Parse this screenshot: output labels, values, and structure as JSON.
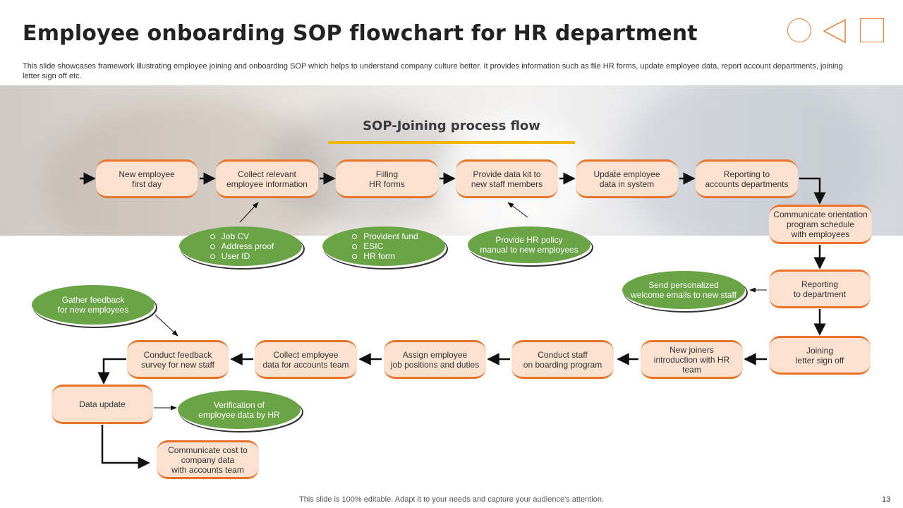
{
  "header": {
    "title": "Employee onboarding SOP flowchart for HR department",
    "subtitle": "This slide showcases framework illustrating employee joining and onboarding SOP which helps to understand company culture better. It provides information such as file HR forms, update employee data, report account departments, joining letter sign off etc."
  },
  "section": {
    "title": "SOP-Joining process flow"
  },
  "steps": {
    "new_employee": "New employee\nfirst day",
    "collect_info": "Collect relevant\nemployee information",
    "filling_forms": "Filling\nHR forms",
    "data_kit": "Provide data kit to\nnew staff members",
    "update_data": "Update employee\ndata in system",
    "reporting_accounts": "Reporting to\naccounts departments",
    "orientation": "Communicate orientation\nprogram schedule\nwith employees",
    "reporting_department": "Reporting\nto department",
    "joining_letter": "Joining\nletter sign off",
    "new_joiners": "New joiners\nintroduction with HR team",
    "conduct_onboarding": "Conduct staff\non boarding program",
    "assign_positions": "Assign employee\njob positions and duties",
    "collect_accounts": "Collect employee\ndata for accounts team",
    "feedback_survey": "Conduct feedback\nsurvey for new staff",
    "data_update": "Data update",
    "communicate_cost": "Communicate cost to\ncompany data\nwith accounts team"
  },
  "notes": {
    "documents": [
      "Job CV",
      "Address proof",
      "User ID"
    ],
    "forms": [
      "Provident fund",
      "ESIC",
      "HR form"
    ],
    "hr_policy": "Provide HR policy\nmanual to new employees",
    "welcome_emails": "Send personalized\nwelcome emails to new staff",
    "gather_feedback": "Gather feedback\nfor new employees",
    "verification": "Verification of\nemployee data by HR"
  },
  "footer": {
    "note": "This slide is 100% editable. Adapt it to your needs and capture your audience's attention.",
    "page_number": "13"
  },
  "colors": {
    "accent_orange": "#e8742c",
    "step_fill": "#fbe1d0",
    "note_green": "#6aa446",
    "underline_yellow": "#f2b705"
  }
}
